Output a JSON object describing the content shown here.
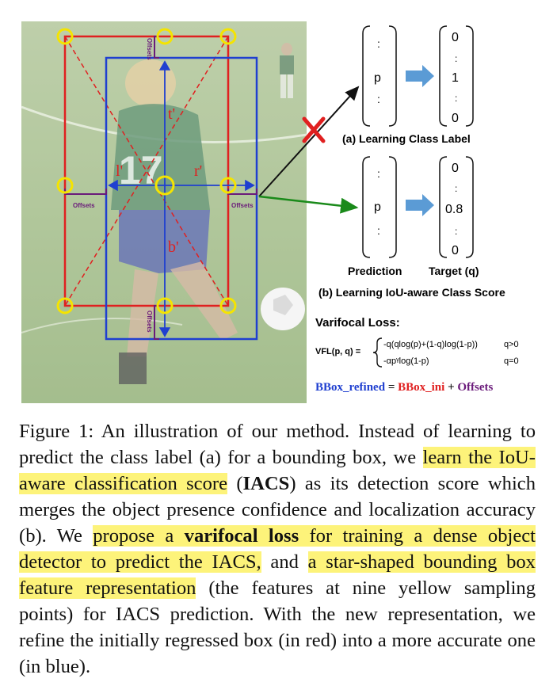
{
  "figure": {
    "labels": {
      "offsets": "Offsets",
      "t": "t'",
      "l": "l'",
      "r": "r'",
      "b": "b'"
    },
    "vector_a": {
      "pred": [
        ":",
        "p",
        ":"
      ],
      "target": [
        "0",
        ":",
        "1",
        ":",
        "0"
      ],
      "caption": "(a) Learning Class Label"
    },
    "vector_b": {
      "pred": [
        ":",
        "p",
        ":"
      ],
      "target": [
        "0",
        ":",
        "0.8",
        ":",
        "0"
      ],
      "caption": "(b) Learning IoU-aware Class Score"
    },
    "prediction_label": "Prediction",
    "target_label": "Target (q)",
    "loss_title": "Varifocal Loss:",
    "vfl_lhs": "VFL(p, q) =",
    "vfl_case1": "-q(qlog(p)+(1-q)log(1-p))",
    "vfl_cond1": "q>0",
    "vfl_case2": "-αpᵞlog(1-p)",
    "vfl_cond2": "q=0",
    "bbox_refined": "BBox_refined",
    "eq": " = ",
    "bbox_ini": "BBox_ini",
    "plus": " + ",
    "offsets_term": "Offsets",
    "colors": {
      "red": "#e02020",
      "blue": "#1f3fd0",
      "yellow": "#f5e400",
      "purple": "#6a1a7a",
      "green": "#1a8a1a",
      "grass": "#8fb26a"
    }
  },
  "caption": {
    "p1": "Figure 1: An illustration of our method. Instead of learning to predict the class label (a) for a bounding box, we ",
    "h1": "learn the IoU-aware classification score",
    "p2": " (",
    "iacs": "IACS",
    "p3": ") as its detection score which merges the object presence confidence and localization accuracy (b). We ",
    "h2a": "propose a ",
    "h2b": "varifocal loss",
    "h2c": " for training a dense object detector to predict the IACS,",
    "p4": " and ",
    "h3": "a star-shaped bounding box feature representation",
    "p5": " (the features at nine yellow sampling points) for IACS prediction. With the new representation, we refine the initially regressed box (in red) into a more accurate one (in blue)."
  }
}
